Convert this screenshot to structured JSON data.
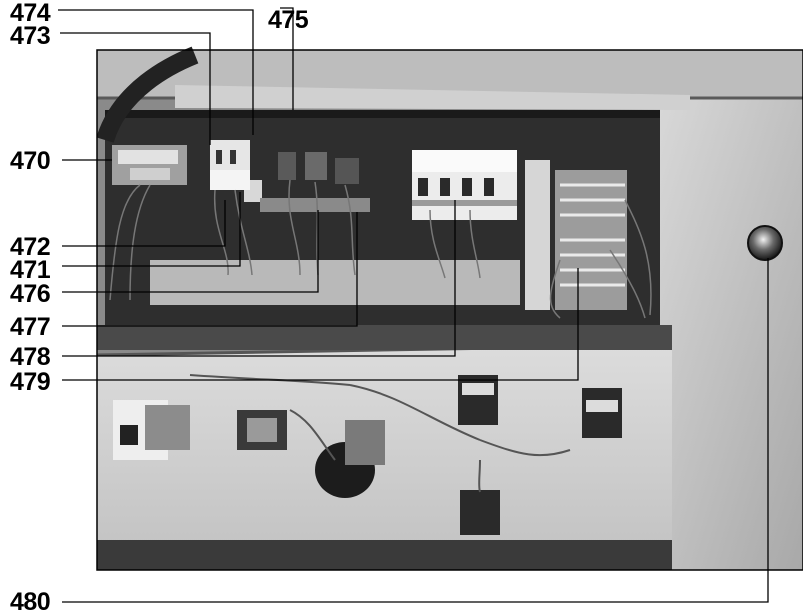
{
  "colors": {
    "ink": "#000000",
    "paper": "#ffffff"
  },
  "callouts": [
    {
      "id": "474",
      "label": "474"
    },
    {
      "id": "475",
      "label": "475"
    },
    {
      "id": "473",
      "label": "473"
    },
    {
      "id": "470",
      "label": "470"
    },
    {
      "id": "472",
      "label": "472"
    },
    {
      "id": "471",
      "label": "471"
    },
    {
      "id": "476",
      "label": "476"
    },
    {
      "id": "477",
      "label": "477"
    },
    {
      "id": "478",
      "label": "478"
    },
    {
      "id": "479",
      "label": "479"
    },
    {
      "id": "480",
      "label": "480"
    }
  ]
}
